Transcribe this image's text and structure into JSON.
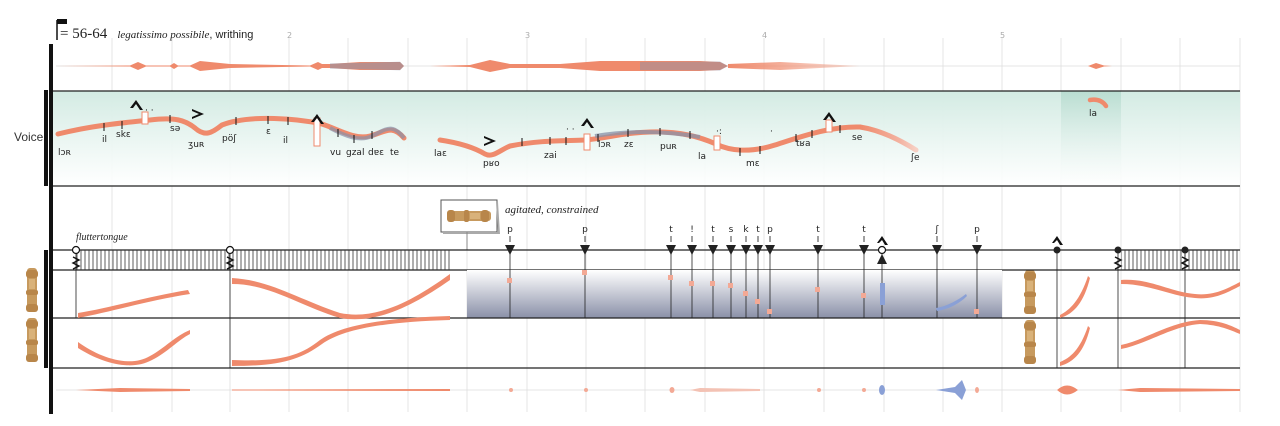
{
  "tempo": {
    "value": "= 56-64",
    "expression_italic": "legatissimo possibile",
    "expression_plain": ", writhing"
  },
  "measure_numbers": [
    "2",
    "3",
    "4",
    "5"
  ],
  "voice": {
    "label": "Voice",
    "phrase1": [
      "lɔʀ",
      "il",
      "skɛ",
      "sə",
      "ʒuʀ",
      "pöʃ",
      "ɛ",
      "il",
      "vu",
      "gzal",
      "dɐɛ",
      "te"
    ],
    "phrase2": [
      "laɛ",
      "pʁo",
      "zai",
      "lɔʀ",
      "zɛ",
      "puʀ",
      "la",
      "mɛ",
      "tʁa",
      "se",
      "ʃe"
    ],
    "phrase3": [
      "la"
    ]
  },
  "recorder": {
    "flutter_label": "fluttertongue",
    "mood_label": "agitated, constrained",
    "articulations": [
      "p",
      "p",
      "t",
      "!",
      "t",
      "s",
      "k",
      "t",
      "p",
      "t",
      "t",
      "ʃ",
      "p"
    ]
  },
  "colors": {
    "salmon": "#ef8a6c",
    "teal": "#d6ebe4",
    "slate": "#8a91a8",
    "blue": "#8aa0d6",
    "wood": "#c79a5e"
  }
}
